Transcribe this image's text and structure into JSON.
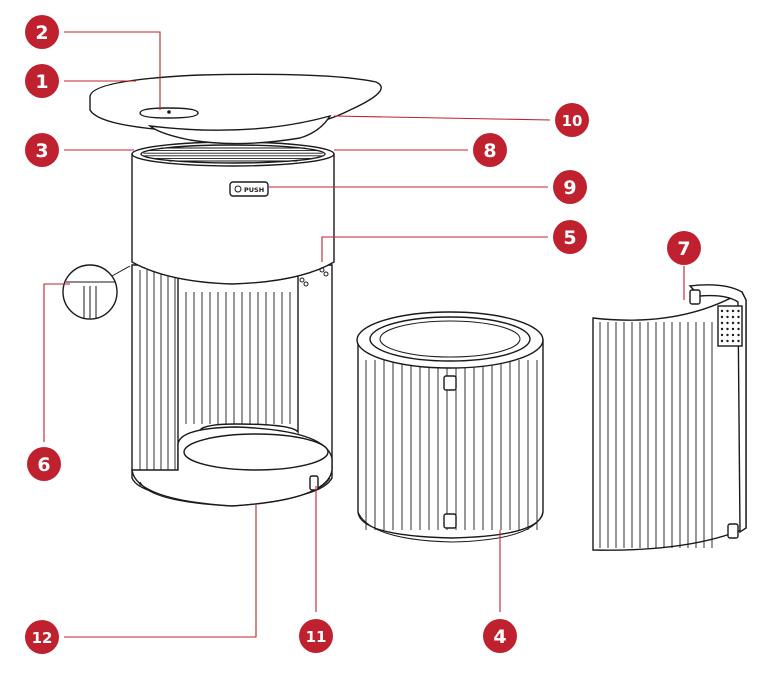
{
  "callouts": [
    {
      "id": "1",
      "label": "1"
    },
    {
      "id": "2",
      "label": "2"
    },
    {
      "id": "3",
      "label": "3"
    },
    {
      "id": "4",
      "label": "4"
    },
    {
      "id": "5",
      "label": "5"
    },
    {
      "id": "6",
      "label": "6"
    },
    {
      "id": "7",
      "label": "7"
    },
    {
      "id": "8",
      "label": "8"
    },
    {
      "id": "9",
      "label": "9"
    },
    {
      "id": "10",
      "label": "10"
    },
    {
      "id": "11",
      "label": "11"
    },
    {
      "id": "12",
      "label": "12"
    }
  ],
  "push_button": {
    "label": "PUSH"
  },
  "colors": {
    "callout": "#c0212f",
    "line": "#1a1a1a"
  }
}
